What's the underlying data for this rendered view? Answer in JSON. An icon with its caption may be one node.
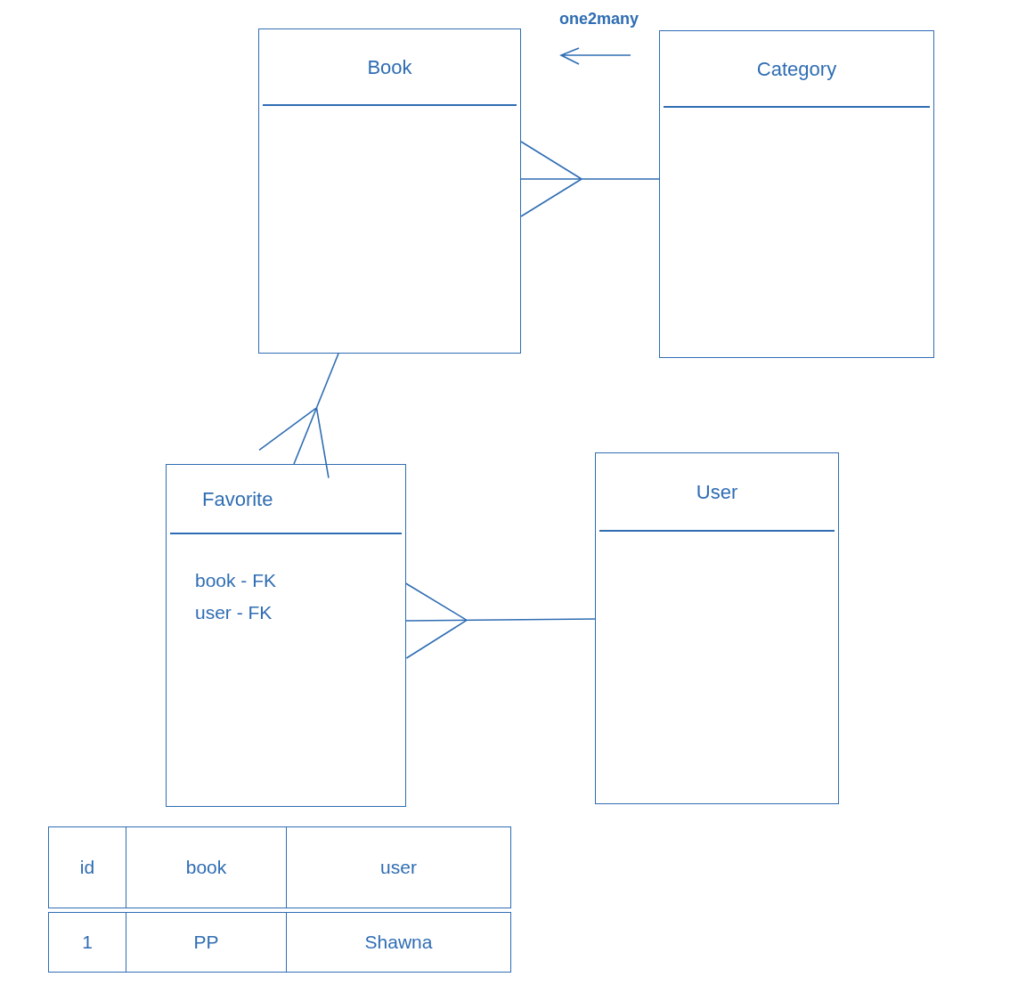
{
  "diagram": {
    "nodes": [
      {
        "text": [
          "Book"
        ]
      },
      {
        "text": [
          "Category"
        ]
      },
      {
        "text": [
          "Favorite",
          "book - FK",
          "user - FK"
        ]
      },
      {
        "text": [
          "User"
        ]
      }
    ],
    "edges": [
      {
        "from": 1,
        "to": 0,
        "arrow": "other"
      },
      {
        "from": 0,
        "to": 2,
        "arrow": "other"
      },
      {
        "from": 3,
        "to": 2,
        "arrow": "other"
      }
    ],
    "labels": [
      "one2many",
      "id",
      "book",
      "user",
      "1",
      "PP",
      "Shawna"
    ]
  }
}
